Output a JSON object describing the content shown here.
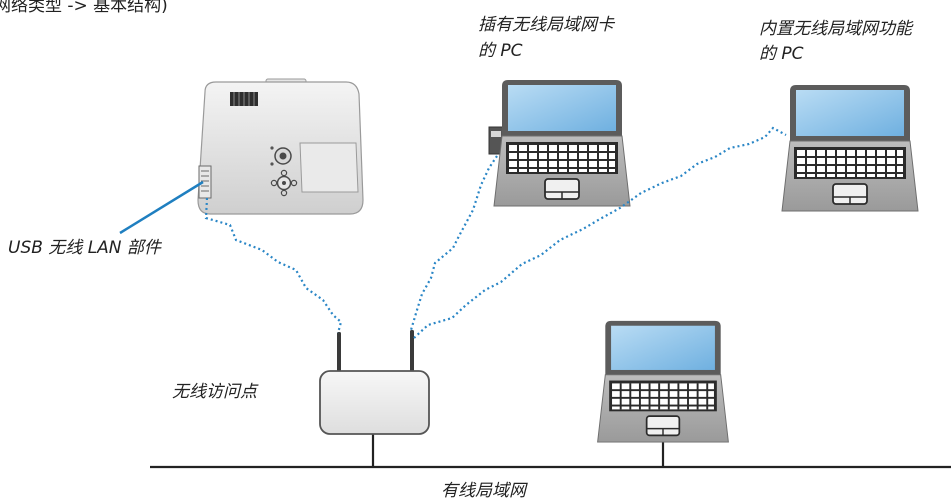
{
  "title_fragment": "网络类型 -> 基本结构)",
  "labels": {
    "pc_with_card": [
      "插有无线局域网卡",
      "的 PC"
    ],
    "pc_builtin": [
      "内置无线局域网功能",
      "的 PC"
    ],
    "usb_lan_unit": "USB 无线 LAN 部件",
    "access_point": "无线访问点",
    "wired_lan": "有线局域网"
  },
  "colors": {
    "wireless_link": "#2a86c6",
    "pointer_line": "#1f7fc0",
    "lan_cable": "#222222",
    "screen_blue": "#8ec4ea"
  },
  "icons": {
    "projector": "projector-icon",
    "laptop": "laptop-icon",
    "router": "access-point-icon"
  }
}
